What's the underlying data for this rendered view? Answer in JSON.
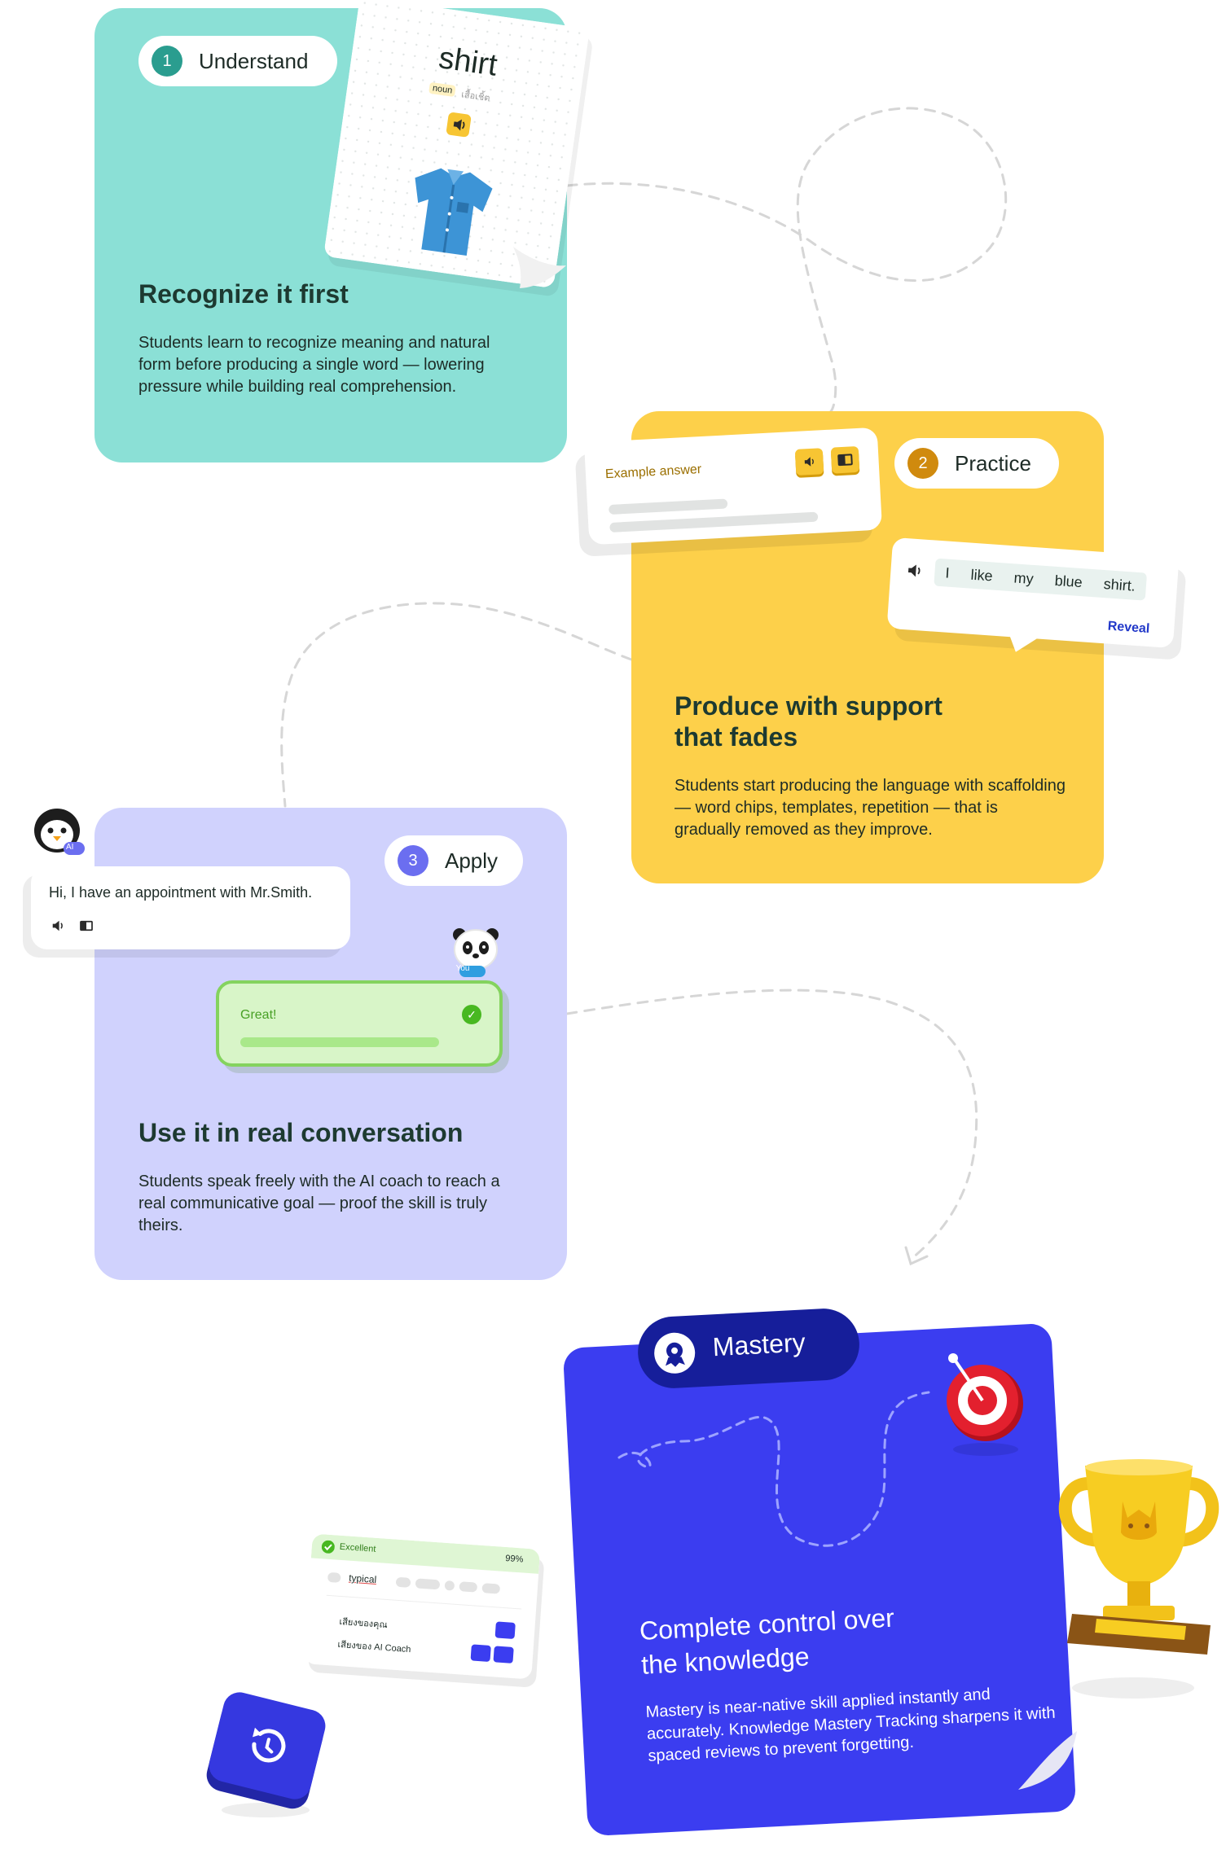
{
  "steps": [
    {
      "num": "1",
      "label": "Understand",
      "title": "Recognize it first",
      "desc": "Students learn to recognize meaning and natural form before producing a single word — lowering pressure while building real comprehension."
    },
    {
      "num": "2",
      "label": "Practice",
      "title_line1": "Produce with support",
      "title_line2": "that fades",
      "desc": "Students start producing the language with scaffolding — word chips, templates, repetition — that is gradually removed as they improve."
    },
    {
      "num": "3",
      "label": "Apply",
      "title": "Use it in real conversation",
      "desc": "Students speak freely with the AI coach to reach a real communicative goal — proof the skill is truly theirs."
    }
  ],
  "flashcard": {
    "word": "shirt",
    "pos": "noun",
    "translation": "เสื้อเชิ้ต"
  },
  "practice": {
    "example_label": "Example answer",
    "chips": [
      "I",
      "like",
      "my",
      "blue",
      "shirt."
    ],
    "reveal": "Reveal"
  },
  "apply": {
    "ai_badge": "AI",
    "ai_message": "Hi, I have an appointment with Mr.Smith.",
    "you_badge": "You",
    "great": "Great!"
  },
  "mastery": {
    "label": "Mastery",
    "title_line1": "Complete control over",
    "title_line2": "the knowledge",
    "desc": "Mastery is near-native skill applied instantly and accurately. Knowledge Mastery Tracking sharpens it with spaced reviews to prevent forgetting."
  },
  "mini_card": {
    "status": "Excellent",
    "score": "99%",
    "word": "typical",
    "line1": "เสียงของคุณ",
    "line2": "เสียงของ AI Coach"
  },
  "colors": {
    "teal_card": "#8be0d6",
    "yellow_card": "#fdd04a",
    "lavender_card": "#d0d2fd",
    "mastery_blue": "#3b3df0",
    "mastery_pill": "#161e9a"
  }
}
